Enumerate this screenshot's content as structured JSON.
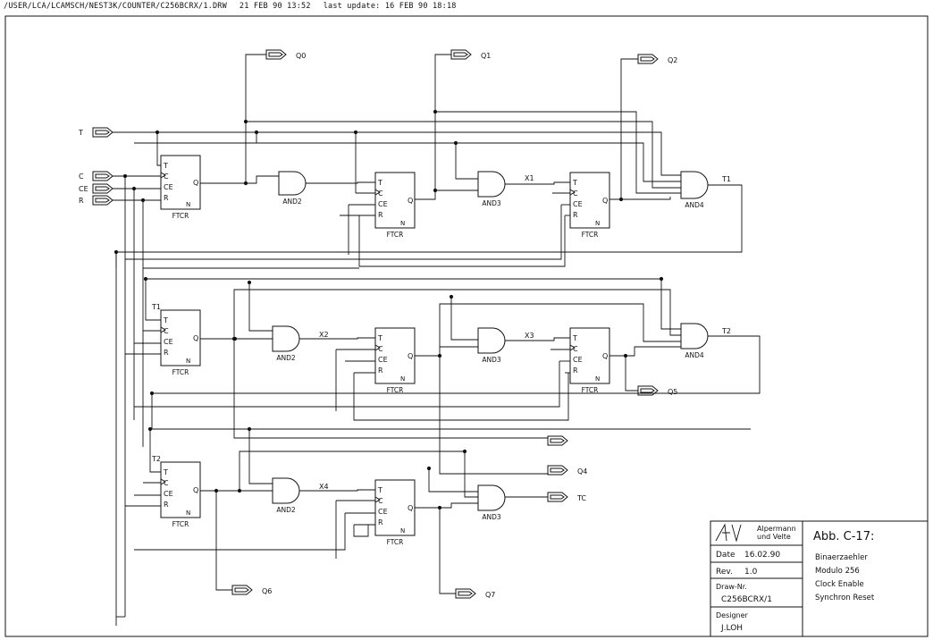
{
  "header": {
    "path": "/USER/LCA/LCAMSCH/NEST3K/COUNTER/C256BCRX/1.DRW",
    "date": "21 FEB 90 13:52",
    "last_update": "last update: 16 FEB 90 18:18"
  },
  "inputs": [
    "T",
    "C",
    "CE",
    "R"
  ],
  "flipflop": {
    "type": "FTCR",
    "pins": [
      "T",
      "C",
      "CE",
      "R"
    ],
    "out": "Q",
    "n": "N"
  },
  "ff_t_labels": {
    "row2": "T1",
    "row3": "T2"
  },
  "gates": {
    "and2": "AND2",
    "and3": "AND3",
    "and4": "AND4"
  },
  "nets": {
    "x1": "X1",
    "x2": "X2",
    "x3": "X3",
    "x4": "X4",
    "t1": "T1",
    "t2": "T2"
  },
  "outputs": {
    "q0": "Q0",
    "q1": "Q1",
    "q2": "Q2",
    "q4": "Q4",
    "q5": "Q5",
    "q6": "Q6",
    "q7": "Q7",
    "tc": "TC"
  },
  "title_block": {
    "company_line1": "Alpermann",
    "company_line2": "und Velte",
    "date_label": "Date",
    "date_value": "16.02.90",
    "rev_label": "Rev.",
    "rev_value": "1.0",
    "draw_label": "Draw-Nr.",
    "draw_value": "C256BCRX/1",
    "designer_label": "Designer",
    "designer_value": "J.LOH",
    "figure": "Abb. C-17:",
    "desc1": "Binaerzaehler",
    "desc2": "Modulo 256",
    "desc3": "Clock Enable",
    "desc4": "Synchron Reset"
  }
}
